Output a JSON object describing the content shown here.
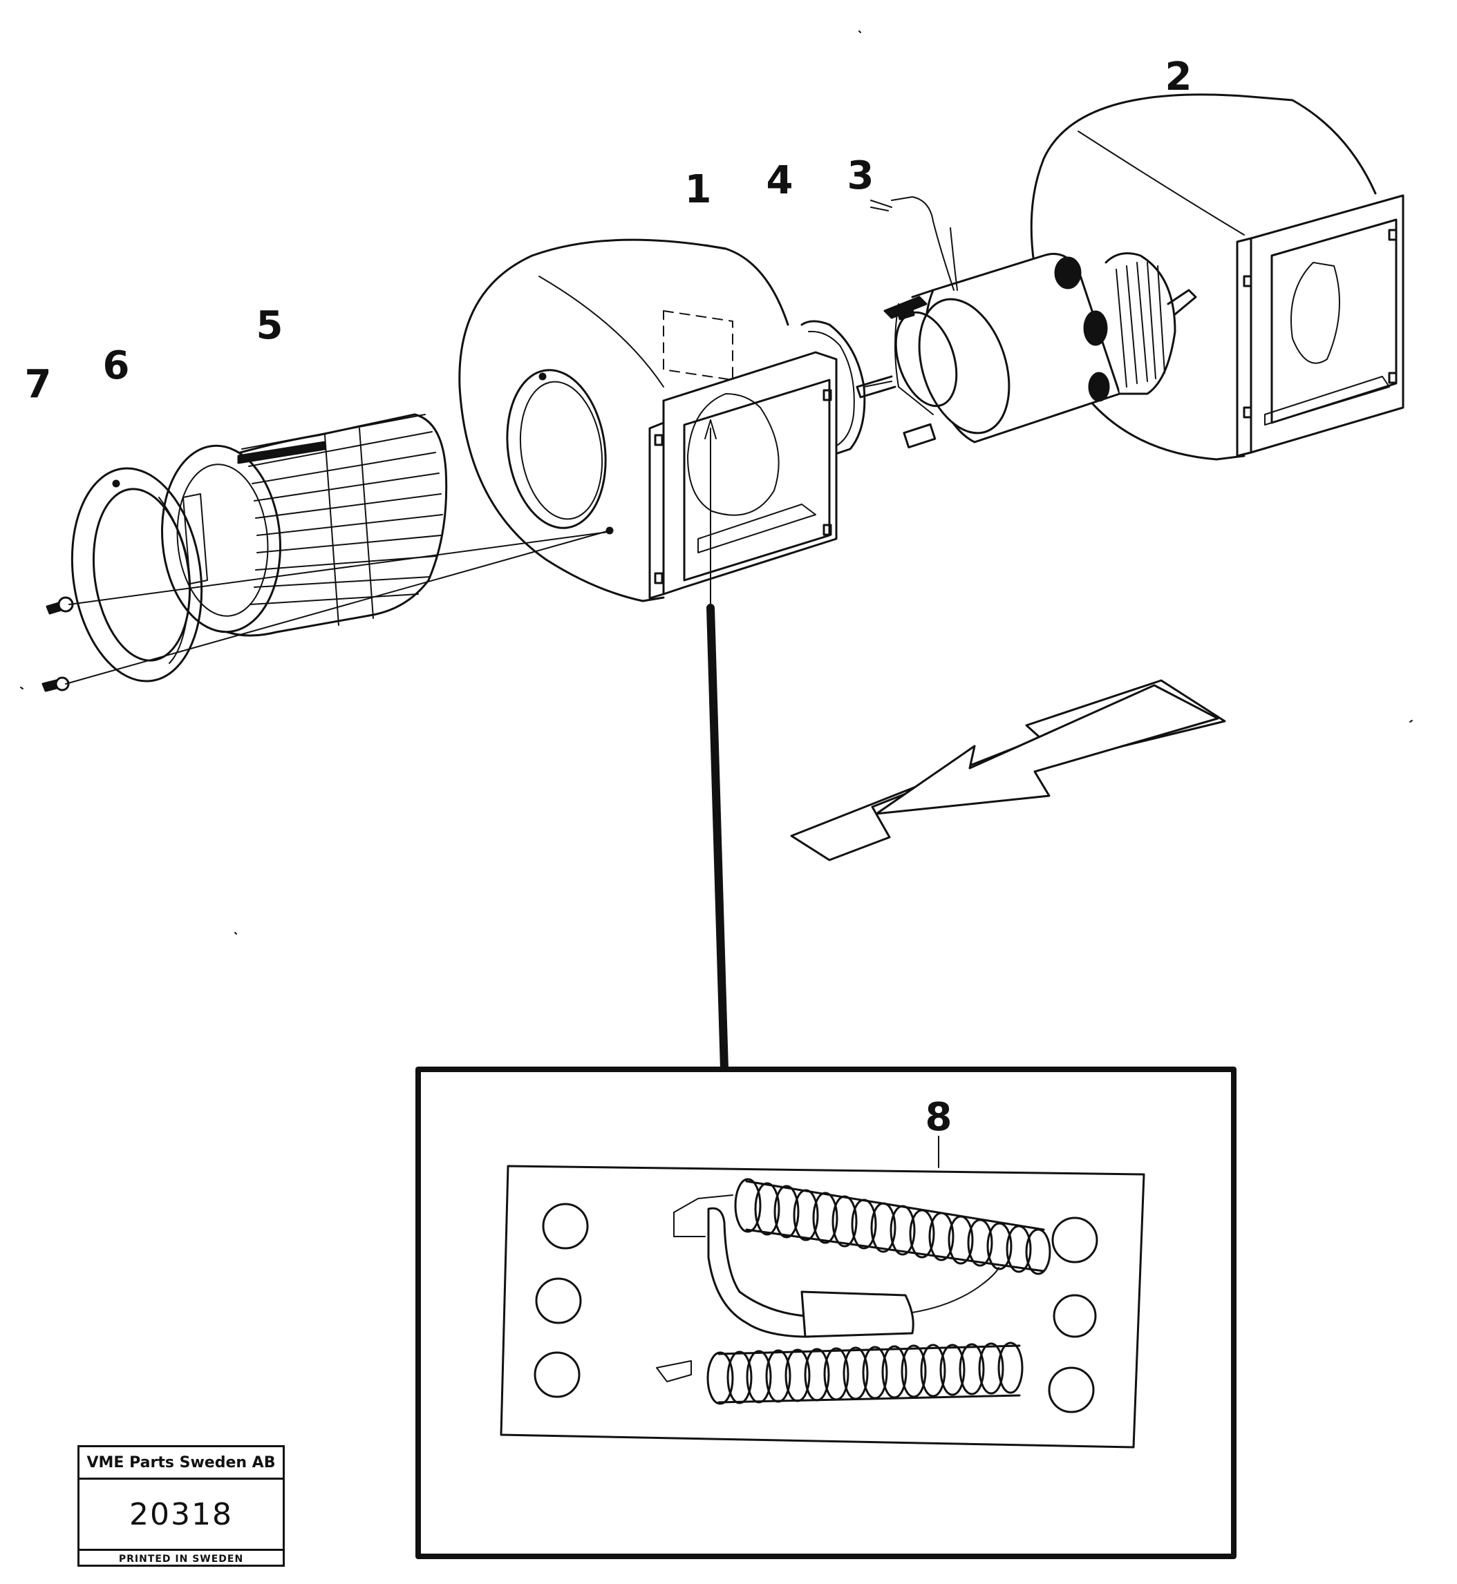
{
  "callouts": {
    "c1": "1",
    "c2": "2",
    "c3": "3",
    "c4": "4",
    "c5": "5",
    "c6": "6",
    "c7": "7",
    "c8": "8"
  },
  "stamp": {
    "company": "VME Parts Sweden AB",
    "number": "20318",
    "printed": "PRINTED IN SWEDEN"
  },
  "colors": {
    "ink": "#111111",
    "paper": "#ffffff"
  }
}
